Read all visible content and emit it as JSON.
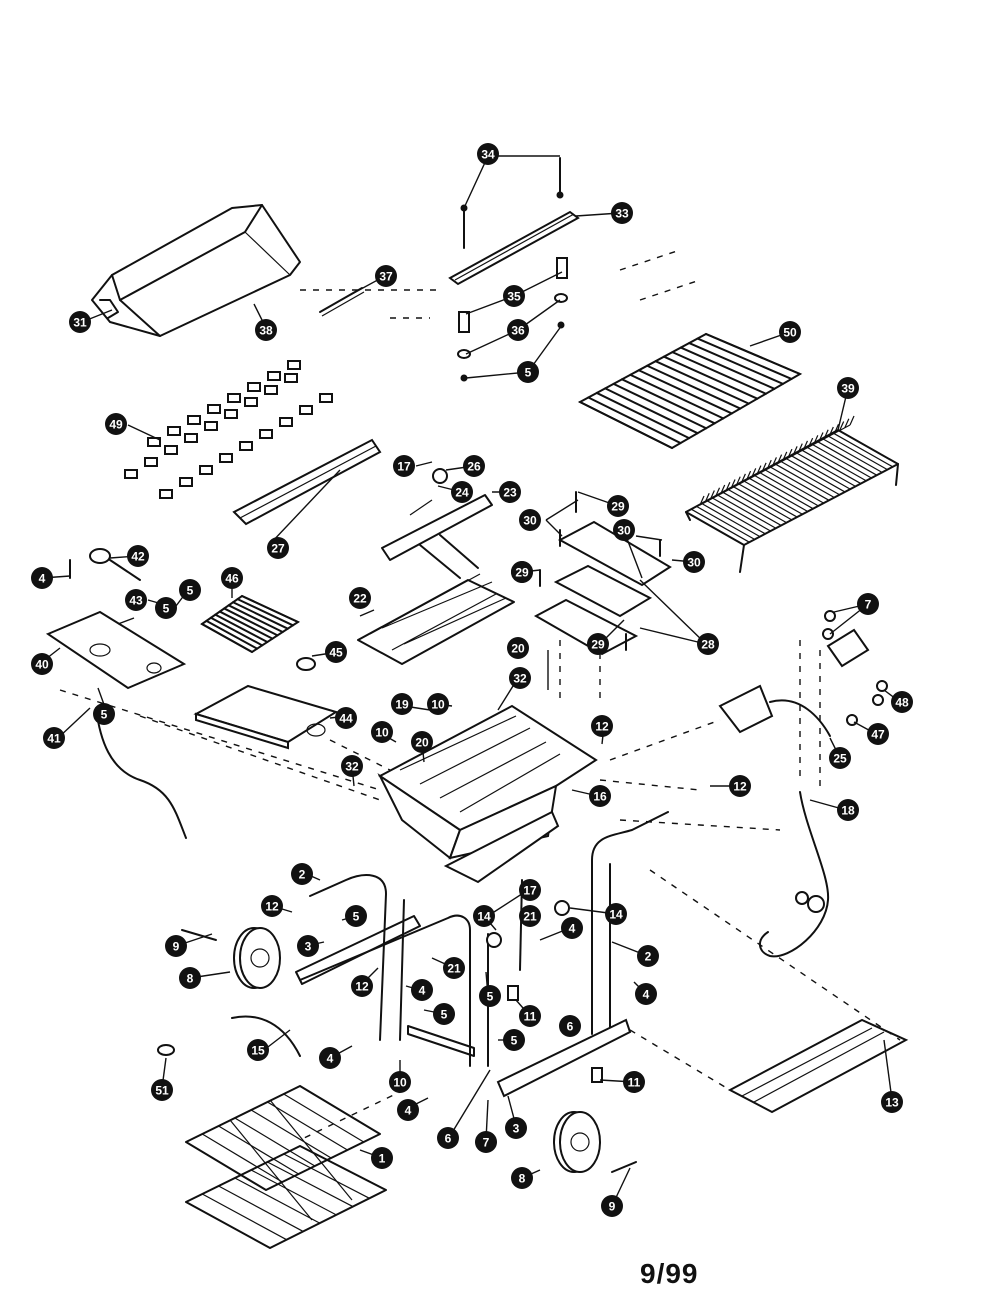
{
  "date_code": "9/99",
  "callouts": [
    "34",
    "33",
    "37",
    "31",
    "38",
    "35",
    "36",
    "5",
    "50",
    "39",
    "49",
    "17",
    "26",
    "24",
    "23",
    "27",
    "29",
    "30",
    "30",
    "29",
    "30",
    "29",
    "28",
    "29",
    "4",
    "42",
    "5",
    "46",
    "22",
    "43",
    "5",
    "45",
    "40",
    "5",
    "41",
    "44",
    "20",
    "32",
    "19",
    "10",
    "12",
    "10",
    "20",
    "32",
    "16",
    "7",
    "48",
    "47",
    "25",
    "12",
    "18",
    "2",
    "17",
    "12",
    "5",
    "14",
    "21",
    "14",
    "9",
    "3",
    "4",
    "8",
    "12",
    "21",
    "4",
    "2",
    "5",
    "11",
    "4",
    "15",
    "5",
    "6",
    "5",
    "4",
    "51",
    "10",
    "4",
    "6",
    "7",
    "3",
    "11",
    "13",
    "1",
    "8",
    "9"
  ]
}
